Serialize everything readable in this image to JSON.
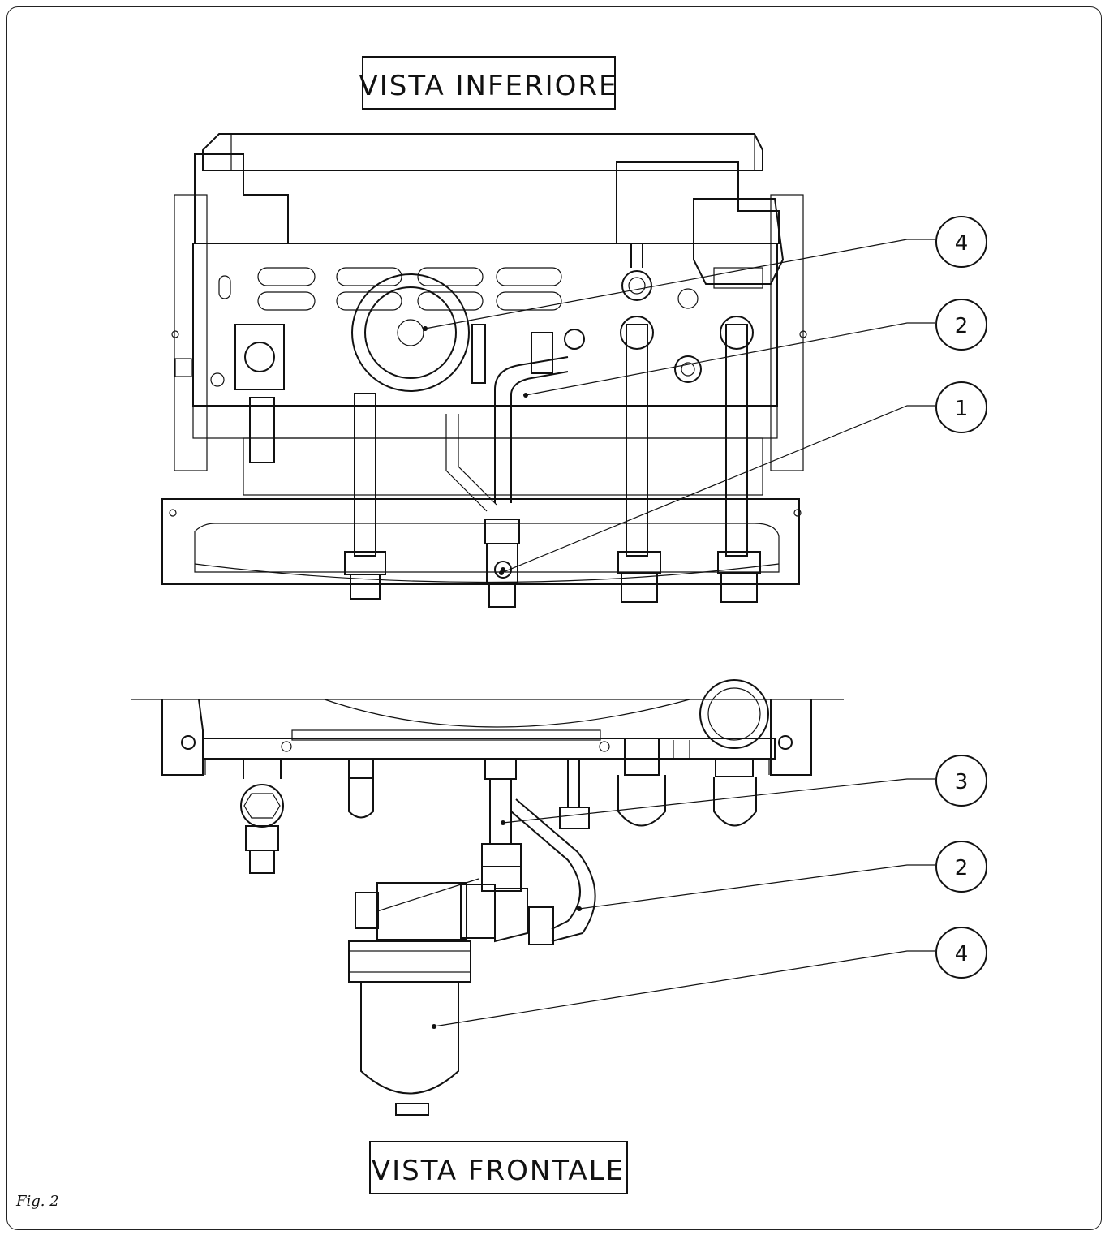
{
  "labels": {
    "top_view": "VISTA INFERIORE",
    "front_view": "VISTA FRONTALE",
    "figure": "Fig. 2"
  },
  "callouts_top": [
    "4",
    "2",
    "1"
  ],
  "callouts_bottom": [
    "3",
    "2",
    "4"
  ]
}
